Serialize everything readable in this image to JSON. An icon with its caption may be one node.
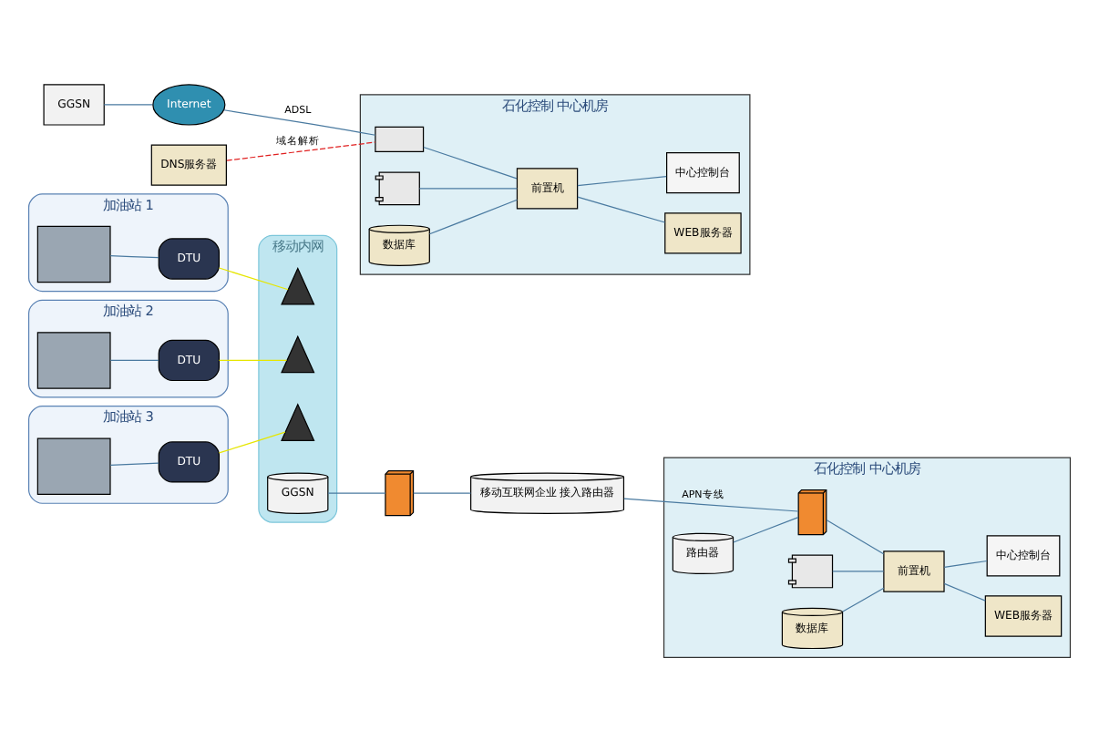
{
  "diagram": {
    "nodes": [
      {
        "text": [
          "加油站 1"
        ]
      },
      {
        "text": [],
        "shape": "box",
        "in": 0
      },
      {
        "text": [
          "DTU"
        ],
        "in": 0
      },
      {
        "text": [
          "加油站 2"
        ]
      },
      {
        "text": [],
        "shape": "box",
        "in": 3
      },
      {
        "text": [
          "DTU"
        ],
        "in": 3
      },
      {
        "text": [
          "加油站 3"
        ]
      },
      {
        "text": [],
        "shape": "box",
        "in": 6
      },
      {
        "text": [
          "DTU"
        ],
        "in": 6
      },
      {
        "text": [
          "移动内网"
        ]
      },
      {
        "text": [],
        "shape": "tower",
        "in": 9
      },
      {
        "text": [],
        "shape": "tower",
        "in": 9
      },
      {
        "text": [],
        "shape": "tower",
        "in": 9
      },
      {
        "text": [
          "GGSN"
        ],
        "in": 9
      },
      {
        "text": [
          "GGSN"
        ]
      },
      {
        "text": [
          "Internet"
        ]
      },
      {
        "text": [
          "DNS服务器"
        ]
      },
      {
        "text": [],
        "shape": "wall"
      },
      {
        "text": [
          "移动互联网企业 接入路由器"
        ]
      },
      {
        "text": [
          "石化控制 中心机房"
        ]
      },
      {
        "text": [],
        "shape": "box",
        "in": 19
      },
      {
        "text": [
          "前置机"
        ],
        "in": 19
      },
      {
        "text": [],
        "shape": "printer",
        "in": 19
      },
      {
        "text": [
          "WEB服务器"
        ],
        "in": 19
      },
      {
        "text": [
          "数据库"
        ],
        "in": 19
      },
      {
        "text": [
          "中心控制台"
        ],
        "in": 19
      },
      {
        "text": [
          "石化控制 中心机房"
        ]
      },
      {
        "text": [
          "路由器"
        ],
        "in": 26
      },
      {
        "text": [],
        "shape": "wall",
        "in": 26
      },
      {
        "text": [
          "前置机"
        ],
        "in": 26
      },
      {
        "text": [],
        "shape": "printer",
        "in": 26
      },
      {
        "text": [
          "WEB服务器"
        ],
        "in": 26
      },
      {
        "text": [
          "数据库"
        ],
        "in": 26
      },
      {
        "text": [
          "中心控制台"
        ],
        "in": 26
      }
    ],
    "edges": [
      {
        "from": 1,
        "to": 2,
        "arrow": "none"
      },
      {
        "from": 4,
        "to": 5,
        "arrow": "none"
      },
      {
        "from": 7,
        "to": 8,
        "arrow": "none"
      },
      {
        "from": 2,
        "to": 10,
        "arrow": "none",
        "color": "#e6e600"
      },
      {
        "from": 5,
        "to": 11,
        "arrow": "none",
        "color": "#e6e600"
      },
      {
        "from": 8,
        "to": 12,
        "arrow": "none",
        "color": "#e6e600"
      },
      {
        "from": 13,
        "to": 17,
        "arrow": "none"
      },
      {
        "from": 17,
        "to": 18,
        "arrow": "none"
      },
      {
        "from": 14,
        "to": 15,
        "arrow": "none"
      },
      {
        "from": 15,
        "to": 20,
        "label": "ADSL",
        "arrow": "none"
      },
      {
        "from": 16,
        "to": 20,
        "label": "域名解析",
        "arrow": "none",
        "style": "dashed",
        "color": "#e02020"
      },
      {
        "from": 20,
        "to": 21,
        "arrow": "none"
      },
      {
        "from": 22,
        "to": 21,
        "arrow": "none"
      },
      {
        "from": 21,
        "to": 23,
        "arrow": "none"
      },
      {
        "from": 24,
        "to": 21,
        "arrow": "none"
      },
      {
        "from": 21,
        "to": 25,
        "arrow": "none"
      },
      {
        "from": 18,
        "to": 28,
        "label": "APN专线",
        "arrow": "none"
      },
      {
        "from": 27,
        "to": 28,
        "arrow": "none"
      },
      {
        "from": 28,
        "to": 29,
        "arrow": "none"
      },
      {
        "from": 30,
        "to": 29,
        "arrow": "none"
      },
      {
        "from": 29,
        "to": 31,
        "arrow": "none"
      },
      {
        "from": 32,
        "to": 29,
        "arrow": "none"
      },
      {
        "from": 29,
        "to": 33,
        "arrow": "none"
      }
    ]
  }
}
